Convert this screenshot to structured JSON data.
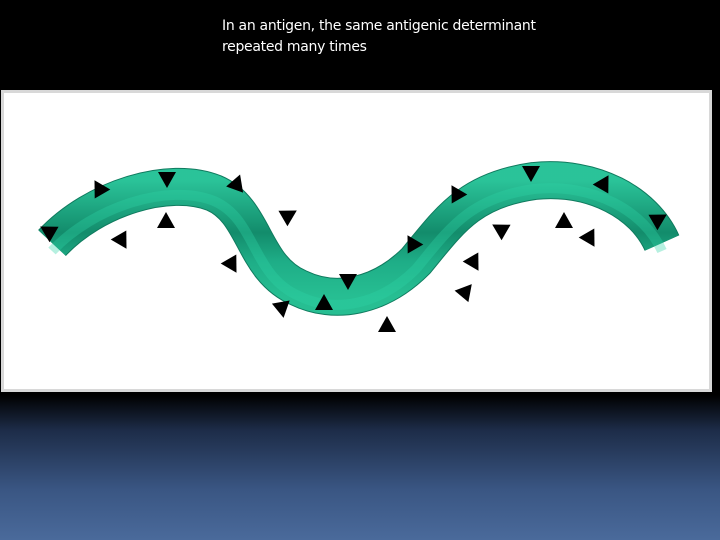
{
  "slide": {
    "text_line1": "In an antigen, the same antigenic determinant",
    "text_line2": "repeated many times"
  },
  "figure": {
    "strand_color": "#1fb089",
    "strand_shadow_color": "#0d6a52",
    "determinant_color": "#000000",
    "determinant_count": 22
  }
}
